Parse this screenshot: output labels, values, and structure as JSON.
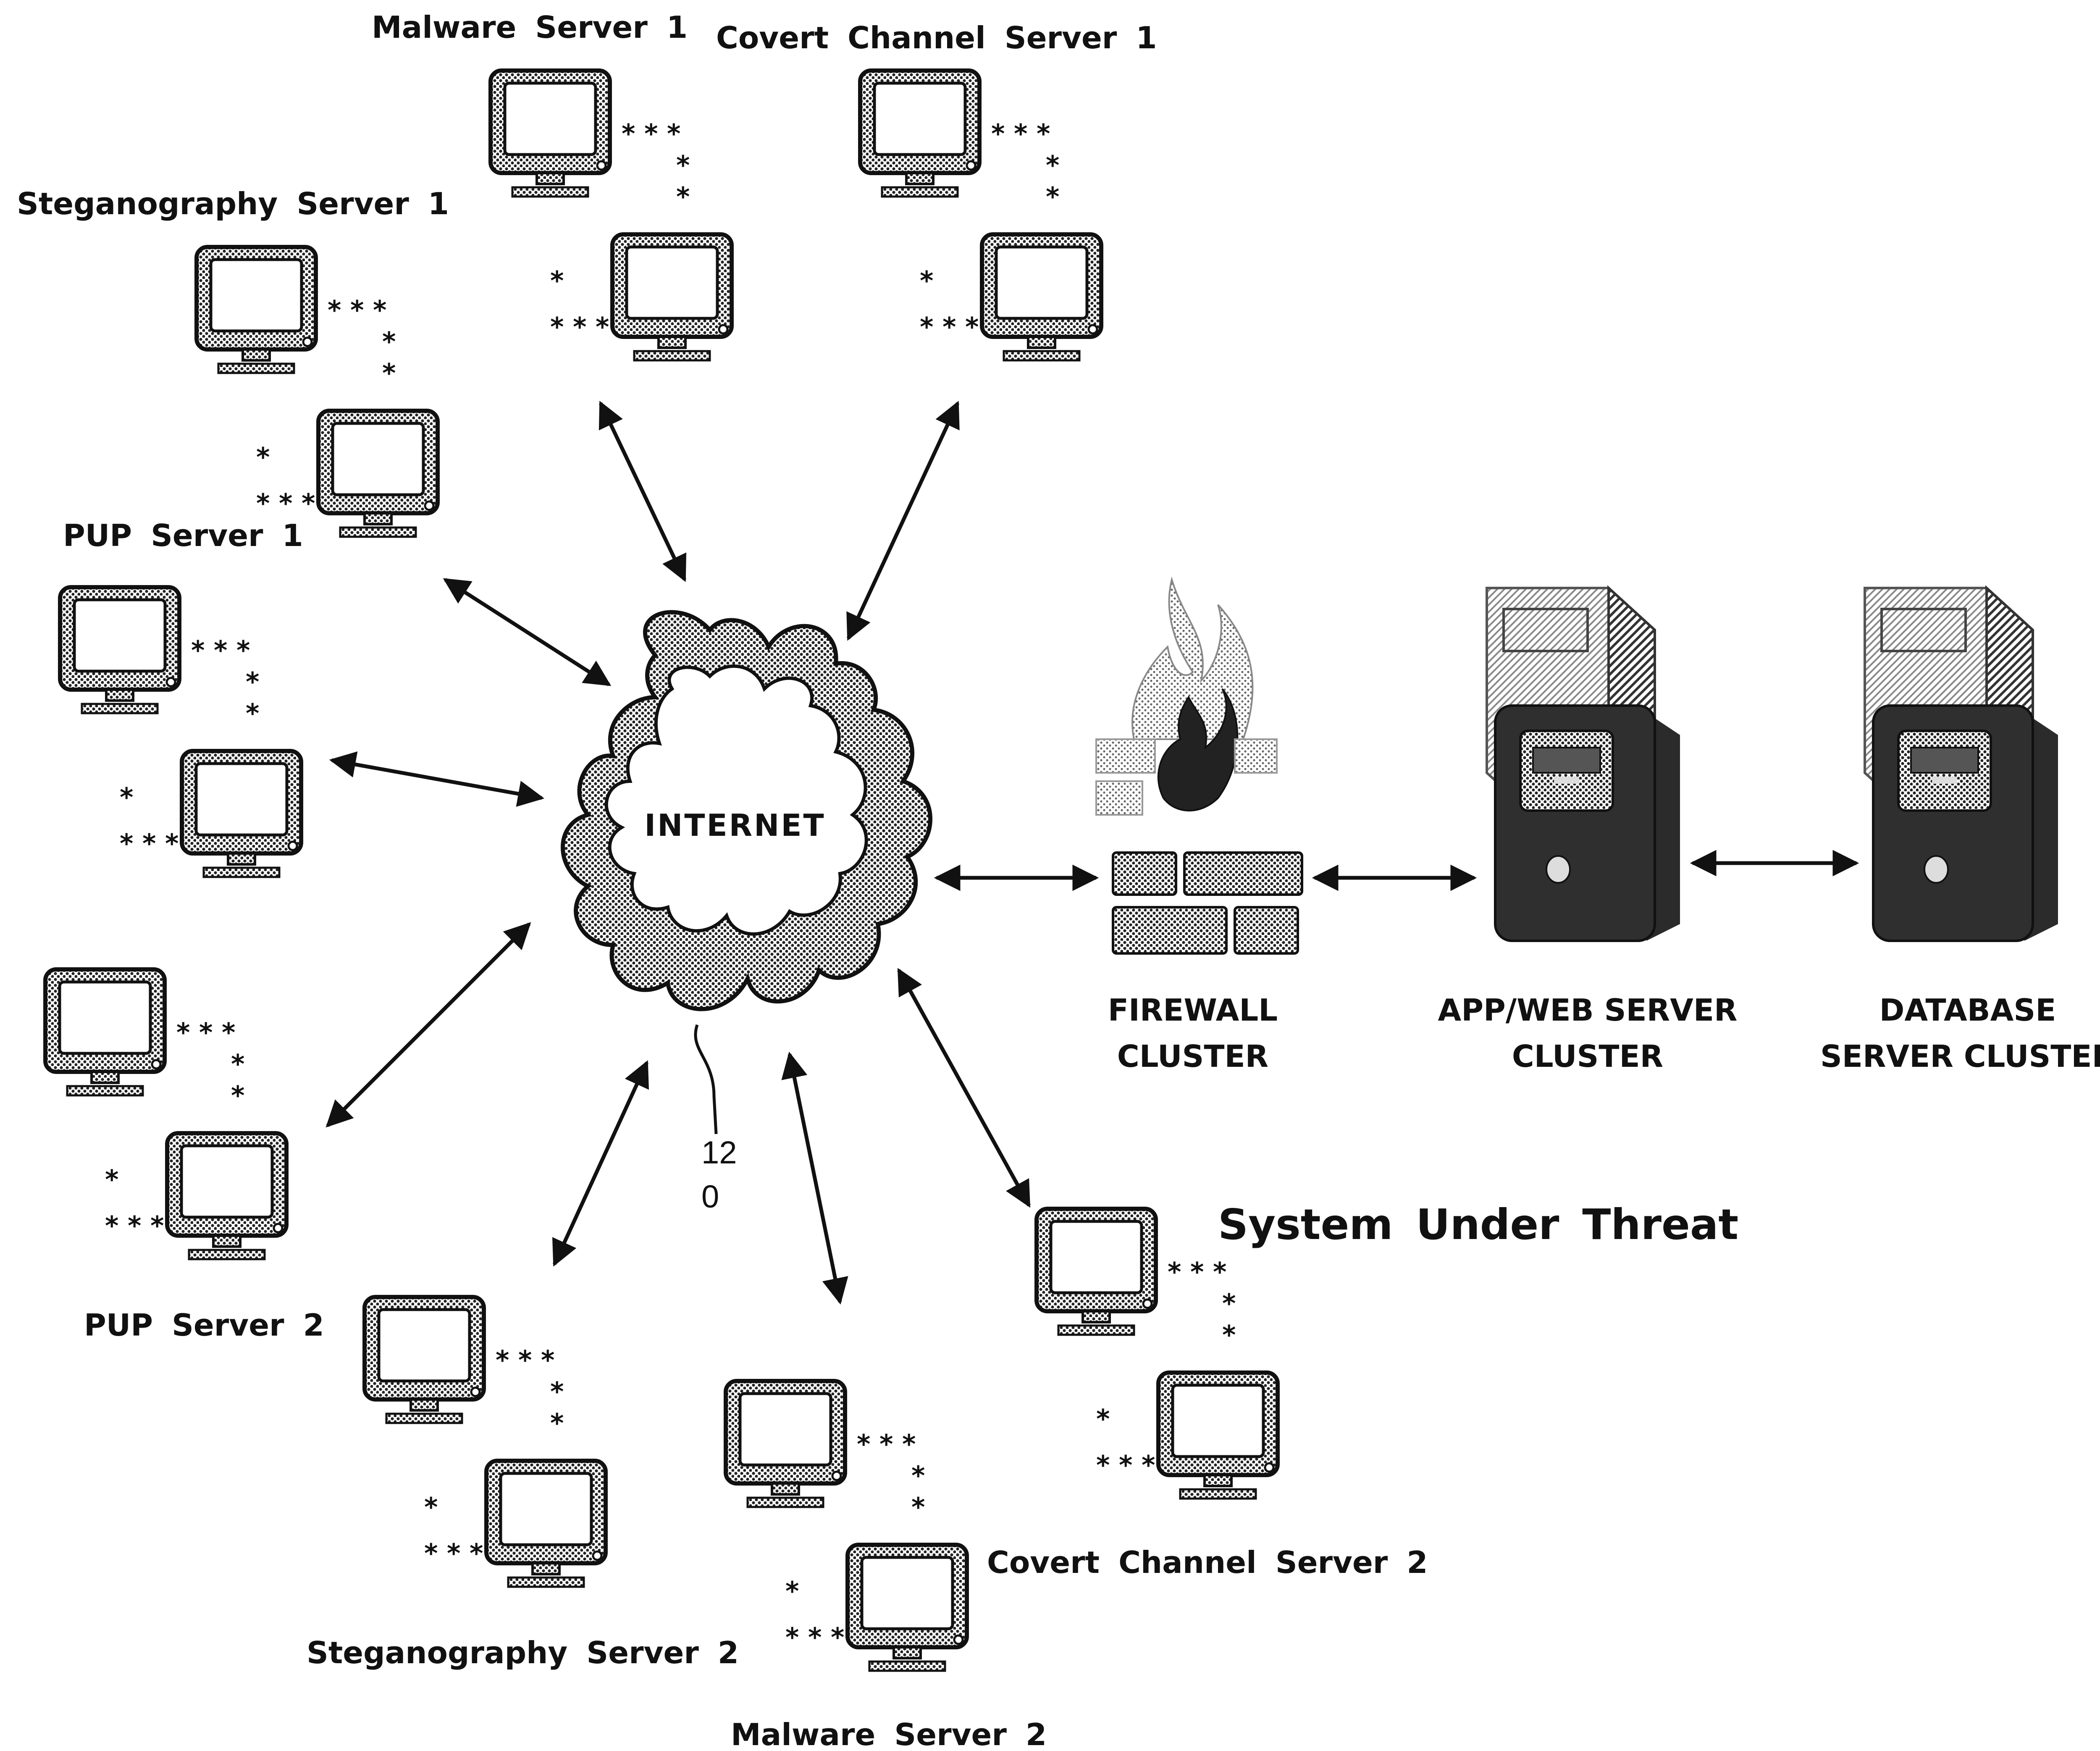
{
  "internet": {
    "label": "INTERNET"
  },
  "cable_label": {
    "line1": "12",
    "line2": "0"
  },
  "labels": {
    "malware_server_1": "Malware Server 1",
    "covert_channel_server_1": "Covert Channel Server 1",
    "steganography_server_1": "Steganography Server 1",
    "pup_server_1": "PUP Server 1",
    "pup_server_2": "PUP Server 2",
    "steganography_server_2": "Steganography Server 2",
    "malware_server_2": "Malware Server 2",
    "covert_channel_server_2": "Covert Channel Server 2",
    "system_under_threat": "System Under Threat"
  },
  "infrastructure": {
    "firewall": {
      "line1": "FIREWALL",
      "line2": "CLUSTER"
    },
    "app_web": {
      "line1": "APP/WEB SERVER",
      "line2": "CLUSTER"
    },
    "database": {
      "line1": "DATABASE",
      "line2": "SERVER CLUSTER"
    }
  },
  "colors": {
    "ink": "#111111",
    "halftone_dark": "#3a3a3a",
    "halftone_light": "#9a9a9a"
  }
}
